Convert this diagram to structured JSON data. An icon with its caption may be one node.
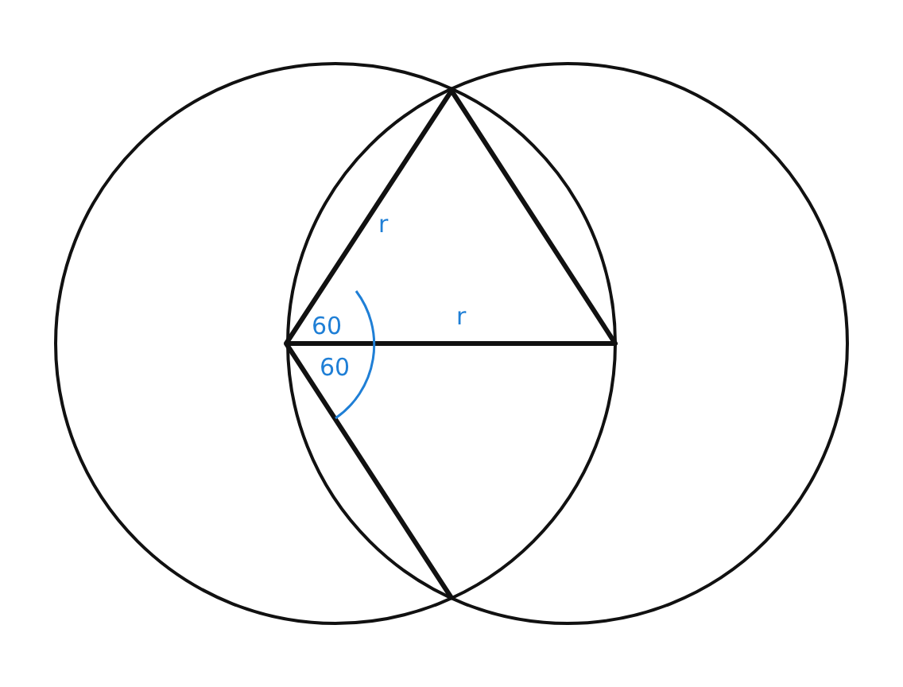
{
  "diagram": {
    "labels": [
      "r",
      "60",
      "r",
      "60"
    ]
  }
}
